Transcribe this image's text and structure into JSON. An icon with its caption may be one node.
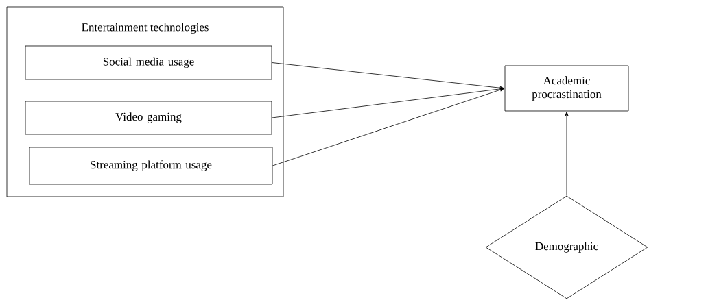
{
  "diagram": {
    "nodes": [
      {
        "text": [
          "Entertainment technologies"
        ]
      },
      {
        "text": [
          "Social media usage"
        ],
        "in": 0
      },
      {
        "text": [
          "Video gaming"
        ],
        "in": 0
      },
      {
        "text": [
          "Streaming platform usage"
        ],
        "in": 0
      },
      {
        "text": [
          "Academic procrastination"
        ]
      },
      {
        "text": [
          "Demographic"
        ]
      }
    ],
    "edges": [
      {
        "from": 1,
        "to": 4,
        "arrow": "to"
      },
      {
        "from": 2,
        "to": 4,
        "arrow": "to"
      },
      {
        "from": 3,
        "to": 4,
        "arrow": "to"
      },
      {
        "from": 5,
        "to": 4,
        "arrow": "to"
      }
    ]
  }
}
